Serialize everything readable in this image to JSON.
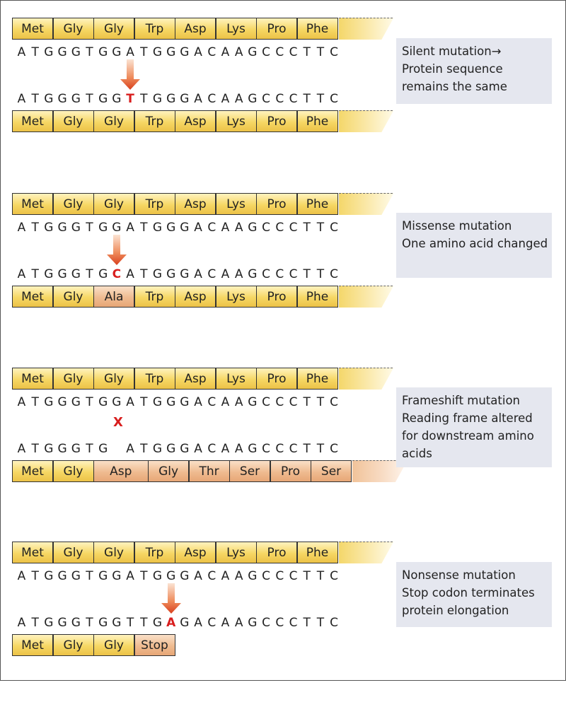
{
  "original_seq": "ATGGGTGGATGGGACAAGCCCTTC",
  "panels": [
    {
      "id": "silent",
      "top_codons": [
        "Met",
        "Gly",
        "Gly",
        "Trp",
        "Asp",
        "Lys",
        "Pro",
        "Phe"
      ],
      "mutant_seq": "ATGGGTGGTTGGGACAAGCCCTTC",
      "mutation_index": 8,
      "marker": "arrow",
      "bottom_codons": [
        {
          "label": "Met",
          "w": 1,
          "changed": false
        },
        {
          "label": "Gly",
          "w": 1,
          "changed": false
        },
        {
          "label": "Gly",
          "w": 1,
          "changed": false
        },
        {
          "label": "Trp",
          "w": 1,
          "changed": false
        },
        {
          "label": "Asp",
          "w": 1,
          "changed": false
        },
        {
          "label": "Lys",
          "w": 1,
          "changed": false
        },
        {
          "label": "Pro",
          "w": 1,
          "changed": false
        },
        {
          "label": "Phe",
          "w": 1,
          "changed": false
        }
      ],
      "bottom_tail_color": "yellow",
      "note": [
        "Silent mutation→",
        "Protein sequence",
        "remains the same"
      ]
    },
    {
      "id": "missense",
      "top_codons": [
        "Met",
        "Gly",
        "Gly",
        "Trp",
        "Asp",
        "Lys",
        "Pro",
        "Phe"
      ],
      "mutant_seq": "ATGGGTGCATGGGACAAGCCCTTC",
      "mutation_index": 7,
      "marker": "arrow",
      "bottom_codons": [
        {
          "label": "Met",
          "w": 1,
          "changed": false
        },
        {
          "label": "Gly",
          "w": 1,
          "changed": false
        },
        {
          "label": "Ala",
          "w": 1,
          "changed": true
        },
        {
          "label": "Trp",
          "w": 1,
          "changed": false
        },
        {
          "label": "Asp",
          "w": 1,
          "changed": false
        },
        {
          "label": "Lys",
          "w": 1,
          "changed": false
        },
        {
          "label": "Pro",
          "w": 1,
          "changed": false
        },
        {
          "label": "Phe",
          "w": 1,
          "changed": false
        }
      ],
      "bottom_tail_color": "yellow",
      "note": [
        "Missense mutation",
        "One amino acid changed"
      ]
    },
    {
      "id": "frameshift",
      "top_codons": [
        "Met",
        "Gly",
        "Gly",
        "Trp",
        "Asp",
        "Lys",
        "Pro",
        "Phe"
      ],
      "mutant_seq": "ATGGGTG ATGGGACAAGCCCTTC",
      "mutation_index": 7,
      "marker": "X",
      "bottom_codons": [
        {
          "label": "Met",
          "w": 1,
          "changed": false
        },
        {
          "label": "Gly",
          "w": 1,
          "changed": false
        },
        {
          "label": "Asp",
          "w": 1.34,
          "changed": true
        },
        {
          "label": "Gly",
          "w": 1,
          "changed": true
        },
        {
          "label": "Thr",
          "w": 1,
          "changed": true
        },
        {
          "label": "Ser",
          "w": 1,
          "changed": true
        },
        {
          "label": "Pro",
          "w": 1,
          "changed": true
        },
        {
          "label": "Ser",
          "w": 1,
          "changed": true
        }
      ],
      "bottom_tail_color": "orange",
      "note": [
        "Frameshift mutation",
        "Reading frame altered",
        "for downstream amino",
        "acids"
      ]
    },
    {
      "id": "nonsense",
      "top_codons": [
        "Met",
        "Gly",
        "Gly",
        "Trp",
        "Asp",
        "Lys",
        "Pro",
        "Phe"
      ],
      "mutant_seq": "ATGGGTGGTTGAGACAAGCCCTTC",
      "mutation_index": 11,
      "marker": "arrow",
      "bottom_codons": [
        {
          "label": "Met",
          "w": 1,
          "changed": false
        },
        {
          "label": "Gly",
          "w": 1,
          "changed": false
        },
        {
          "label": "Gly",
          "w": 1,
          "changed": false
        },
        {
          "label": "Stop",
          "w": 1,
          "changed": true
        }
      ],
      "bottom_tail_color": "none",
      "note": [
        "Nonsense mutation",
        "Stop codon terminates",
        "protein elongation"
      ]
    }
  ]
}
